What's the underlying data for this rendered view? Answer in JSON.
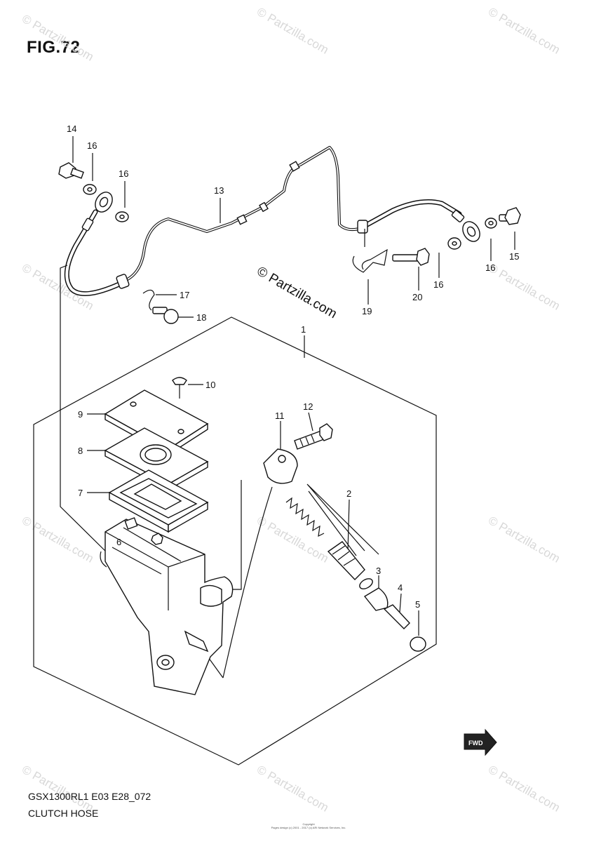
{
  "figure": {
    "title": "FIG.72",
    "model": "GSX1300RL1 E03 E28_072",
    "caption": "CLUTCH HOSE",
    "copyright_lines": [
      "Copyright",
      "Pages design (c) 2001 - 2017 (c) ARI Network Services, Inc."
    ]
  },
  "watermark": {
    "text": "© Partzilla.com",
    "center_text": "© Partzilla.com"
  },
  "callouts": {
    "c1": "1",
    "c2": "2",
    "c3": "3",
    "c4": "4",
    "c5": "5",
    "c6": "6",
    "c7": "7",
    "c8": "8",
    "c9": "9",
    "c10": "10",
    "c11": "11",
    "c12": "12",
    "c13": "13",
    "c14": "14",
    "c15": "15",
    "c16a": "16",
    "c16b": "16",
    "c16c": "16",
    "c16d": "16",
    "c17": "17",
    "c18": "18",
    "c19": "19",
    "c20": "20"
  },
  "fwd_label": "FWD"
}
